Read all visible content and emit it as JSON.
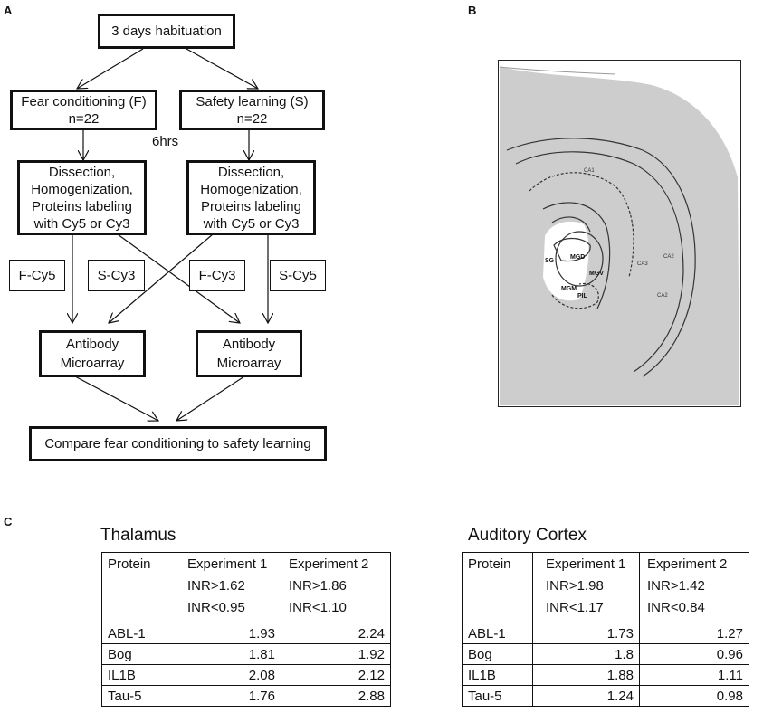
{
  "panels": {
    "a": "A",
    "b": "B",
    "c": "C"
  },
  "flowchart": {
    "habituation": "3 days habituation",
    "fear": [
      "Fear conditioning (F)",
      "n=22"
    ],
    "safety": [
      "Safety learning (S)",
      "n=22"
    ],
    "interval": "6hrs",
    "dissection": [
      "Dissection,",
      "Homogenization,",
      "Proteins labeling",
      "with Cy5 or Cy3"
    ],
    "labels": [
      "F-Cy5",
      "S-Cy3",
      "F-Cy3",
      "S-Cy5"
    ],
    "microarray": [
      "Antibody",
      "Microarray"
    ],
    "compare": "Compare fear conditioning to safety learning"
  },
  "brain": {
    "regions": [
      "CA1",
      "CA2",
      "CA3",
      "CA2",
      "SG",
      "MGD",
      "MGV",
      "MGM",
      "PIL"
    ],
    "colors": {
      "tissue": "#c9c9c9",
      "background": "#ffffff",
      "frame": "#222222"
    }
  },
  "tables": [
    {
      "title": "Thalamus",
      "header": {
        "protein": "Protein",
        "exp1": [
          "Experiment 1",
          "INR>1.62",
          "INR<0.95"
        ],
        "exp2": [
          "Experiment 2",
          "INR>1.86",
          "INR<1.10"
        ]
      },
      "rows": [
        [
          "ABL-1",
          "1.93",
          "2.24"
        ],
        [
          "Bog",
          "1.81",
          "1.92"
        ],
        [
          "IL1B",
          "2.08",
          "2.12"
        ],
        [
          "Tau-5",
          "1.76",
          "2.88"
        ]
      ]
    },
    {
      "title": "Auditory Cortex",
      "header": {
        "protein": "Protein",
        "exp1": [
          "Experiment 1",
          "INR>1.98",
          "INR<1.17"
        ],
        "exp2": [
          "Experiment 2",
          "INR>1.42",
          "INR<0.84"
        ]
      },
      "rows": [
        [
          "ABL-1",
          "1.73",
          "1.27"
        ],
        [
          "Bog",
          "1.8",
          "0.96"
        ],
        [
          "IL1B",
          "1.88",
          "1.11"
        ],
        [
          "Tau-5",
          "1.24",
          "0.98"
        ]
      ]
    }
  ]
}
